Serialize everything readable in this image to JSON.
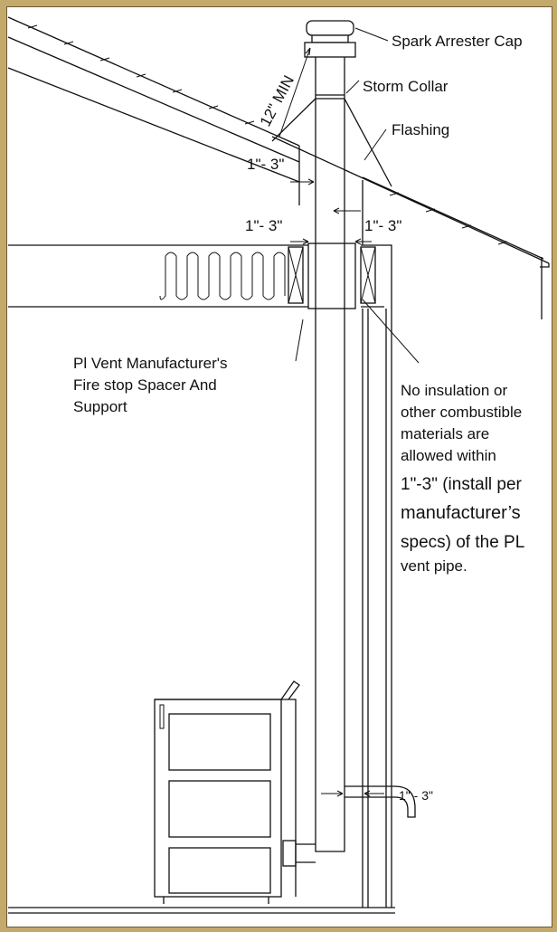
{
  "labels": {
    "spark_arrester_cap": "Spark Arrester Cap",
    "storm_collar": "Storm Collar",
    "flashing": "Flashing",
    "twelve_min": "12\" MIN",
    "clearance_roof_left": "1\"- 3\"",
    "clearance_ceiling_left": "1\"- 3\"",
    "clearance_ceiling_right": "1\"- 3\"",
    "clearance_floor": "1\" - 3\"",
    "firestop_line1": "Pl Vent Manufacturer's",
    "firestop_line2": "Fire stop Spacer And",
    "firestop_line3": "Support",
    "note_line1": "No insulation or",
    "note_line2": "other combustible",
    "note_line3": "materials are",
    "note_line4": "allowed within",
    "note_line5": "1\"-3\" (install per",
    "note_line6": "manufacturer’s",
    "note_line7": "specs) of the PL",
    "note_line8": "vent pipe."
  },
  "colors": {
    "frame": "#c3a96c",
    "paper": "#ffffff",
    "ink": "#111111"
  }
}
